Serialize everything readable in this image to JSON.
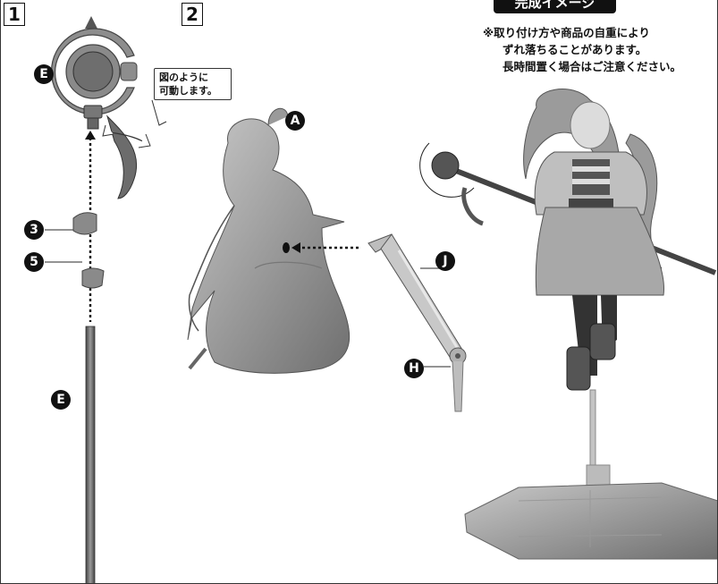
{
  "steps": [
    "1",
    "2"
  ],
  "title": "完成イメージ",
  "notes": [
    "※取り付け方や商品の自重により",
    "ずれ落ちることがあります。",
    "長時間置く場合はご注意ください。"
  ],
  "callout": [
    "図のように",
    "可動します。"
  ],
  "parts": {
    "staff_head": "E",
    "joint_3": "3",
    "joint_5": "5",
    "staff_rod": "E",
    "figure_back": "A",
    "arm": "J",
    "arm_joint": "H"
  },
  "colors": {
    "ink": "#111111",
    "part_gray": "#8a8a8a",
    "stand_gray": "#b5b5b5"
  }
}
